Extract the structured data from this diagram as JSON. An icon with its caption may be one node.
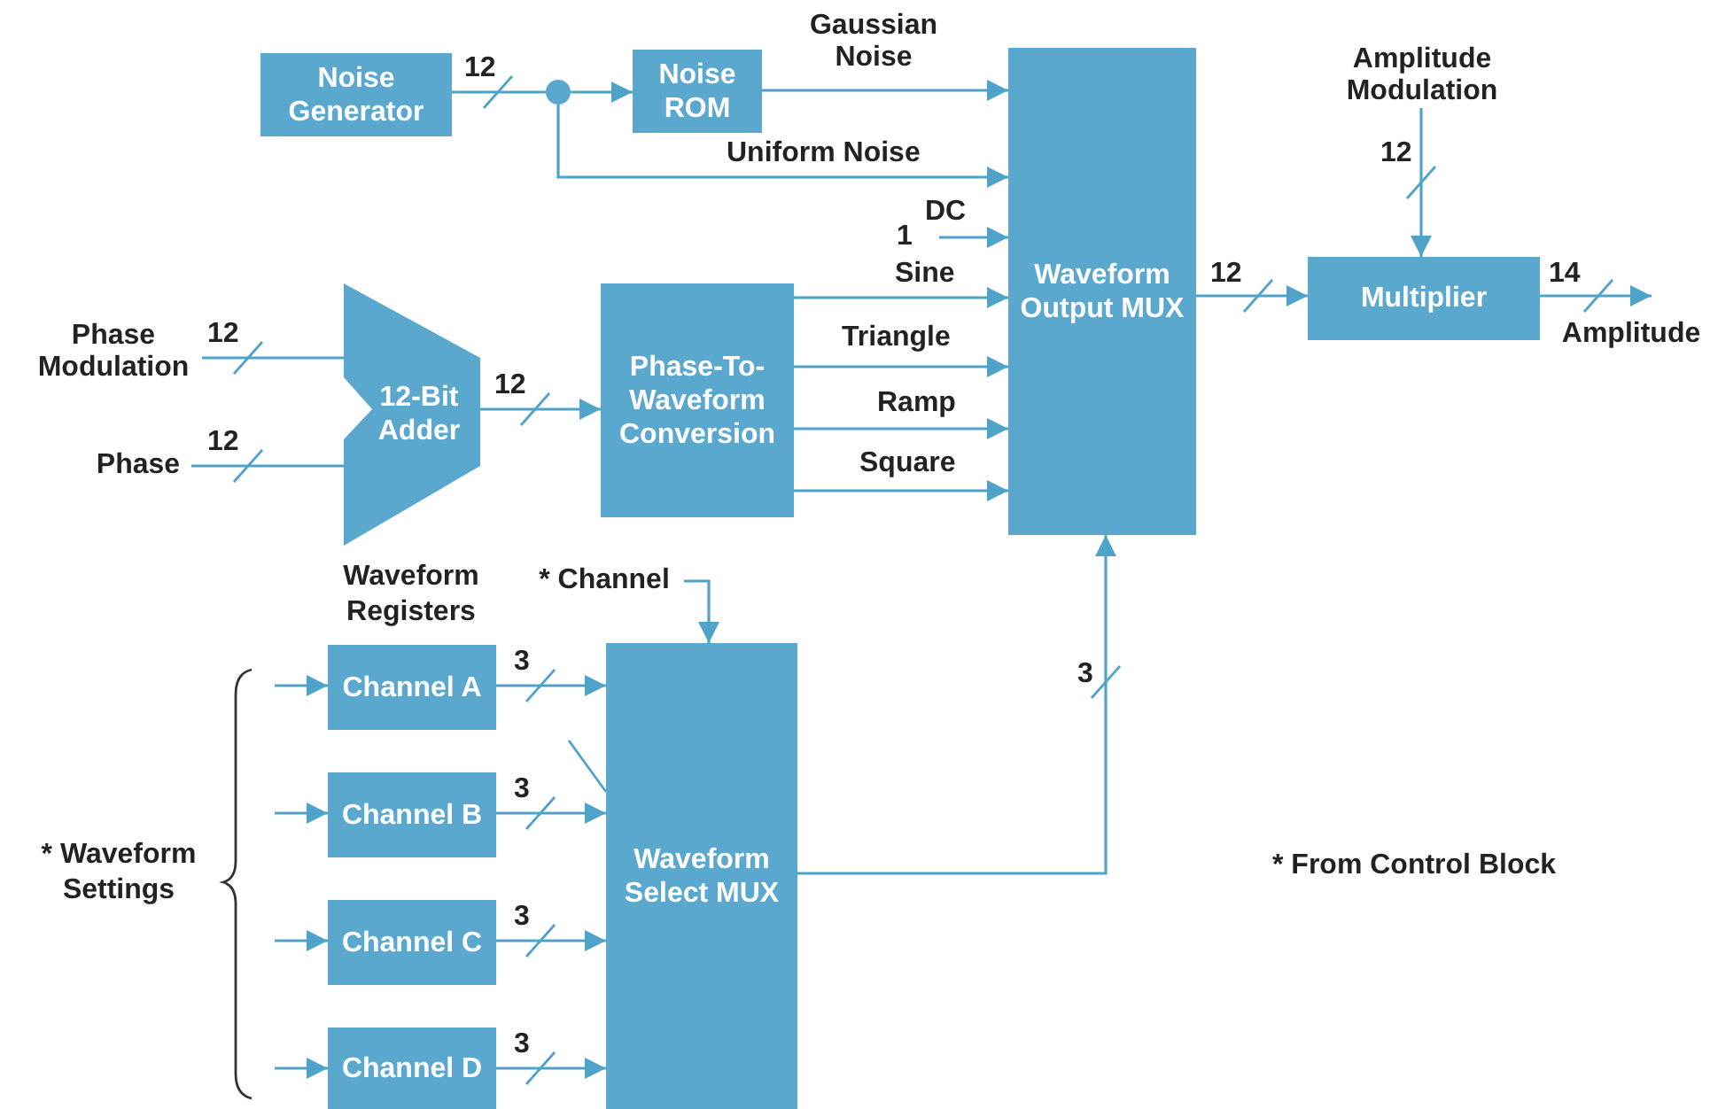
{
  "diagram": {
    "nodes": [
      {
        "text": [
          "Noise Generator"
        ]
      },
      {
        "text": [
          "Noise ROM"
        ]
      },
      {
        "text": [],
        "shape": "circle"
      },
      {
        "text": [
          "Waveform Output MUX"
        ]
      },
      {
        "text": [
          "Multiplier"
        ]
      },
      {
        "text": [
          "12-Bit Adder"
        ]
      },
      {
        "text": [
          "Phase-To-Waveform Conversion"
        ]
      },
      {
        "text": [
          "Phase Modulation"
        ]
      },
      {
        "text": [
          "Phase"
        ]
      },
      {
        "text": [
          "Amplitude Modulation"
        ]
      },
      {
        "text": [
          "Channel A"
        ]
      },
      {
        "text": [
          "Channel B"
        ]
      },
      {
        "text": [
          "Channel C"
        ]
      },
      {
        "text": [
          "Channel D"
        ]
      },
      {
        "text": [
          "Waveform Select MUX"
        ]
      },
      {
        "text": [
          "* Channel"
        ]
      },
      {
        "text": [
          "Amplitude"
        ]
      }
    ],
    "edges": [
      {
        "from": 0,
        "to": 2,
        "arrow": "none",
        "label": "12"
      },
      {
        "from": 2,
        "to": 1,
        "arrow": "to"
      },
      {
        "from": 1,
        "to": 3,
        "arrow": "to",
        "label": "Gaussian Noise"
      },
      {
        "from": 2,
        "to": 3,
        "arrow": "to",
        "label": "Uniform Noise"
      },
      {
        "from": null,
        "to": 3,
        "arrow": "to",
        "label": "DC"
      },
      {
        "from": 6,
        "to": 3,
        "arrow": "to",
        "label": "Sine"
      },
      {
        "from": 6,
        "to": 3,
        "arrow": "to",
        "label": "Triangle"
      },
      {
        "from": 6,
        "to": 3,
        "arrow": "to",
        "label": "Ramp"
      },
      {
        "from": 6,
        "to": 3,
        "arrow": "to",
        "label": "Square"
      },
      {
        "from": 7,
        "to": 5,
        "arrow": "none",
        "label": "12"
      },
      {
        "from": 8,
        "to": 5,
        "arrow": "none",
        "label": "12"
      },
      {
        "from": 5,
        "to": 6,
        "arrow": "to",
        "label": "12"
      },
      {
        "from": 3,
        "to": 4,
        "arrow": "to",
        "label": "12"
      },
      {
        "from": 9,
        "to": 4,
        "arrow": "to",
        "label": "12"
      },
      {
        "from": 4,
        "to": 16,
        "arrow": "to",
        "label": "14"
      },
      {
        "from": 15,
        "to": 14,
        "arrow": "to"
      },
      {
        "from": null,
        "to": 10,
        "arrow": "to"
      },
      {
        "from": null,
        "to": 11,
        "arrow": "to"
      },
      {
        "from": null,
        "to": 12,
        "arrow": "to"
      },
      {
        "from": null,
        "to": 13,
        "arrow": "to"
      },
      {
        "from": 10,
        "to": 14,
        "arrow": "to",
        "label": "3"
      },
      {
        "from": 11,
        "to": 14,
        "arrow": "to",
        "label": "3"
      },
      {
        "from": 12,
        "to": 14,
        "arrow": "to",
        "label": "3"
      },
      {
        "from": 13,
        "to": 14,
        "arrow": "to",
        "label": "3"
      },
      {
        "from": 14,
        "to": 3,
        "arrow": "to",
        "label": "3"
      }
    ],
    "labels": [
      "1",
      "Waveform Registers",
      "* Waveform Settings",
      "* From Control Block"
    ]
  }
}
